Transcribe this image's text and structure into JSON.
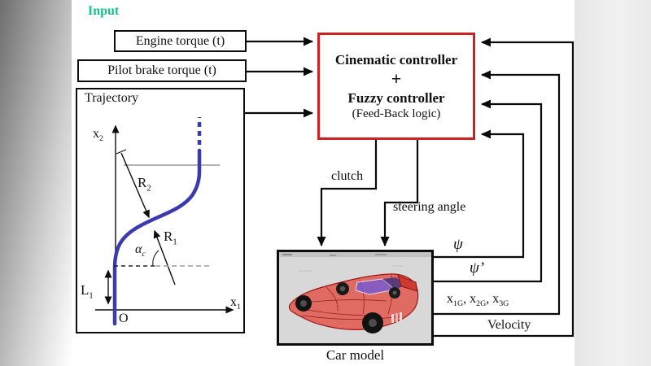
{
  "slide": {
    "heading": "Input"
  },
  "input_boxes": [
    {
      "label": "Engine torque (t)"
    },
    {
      "label": "Pilot brake torque (t)"
    }
  ],
  "trajectory": {
    "title": "Trajectory",
    "y_axis": {
      "base": "x",
      "sub": "2"
    },
    "x_axis": {
      "base": "x",
      "sub": "1"
    },
    "origin": "O",
    "radius2": {
      "base": "R",
      "sub": "2"
    },
    "radius1": {
      "base": "R",
      "sub": "1"
    },
    "angle": {
      "base": "α",
      "sub": "c"
    },
    "length1": {
      "base": "L",
      "sub": "1"
    }
  },
  "controller": {
    "title1": "Cinematic controller",
    "plus": "+",
    "title2": "Fuzzy controller",
    "subtitle": "(Feed-Back logic)"
  },
  "control_signals": {
    "clutch": "clutch",
    "steering": "steering angle"
  },
  "car": {
    "caption": "Car model"
  },
  "feedback": {
    "psi": "ψ",
    "psi_prime": "ψ’",
    "states": {
      "p1": "x",
      "s1": "1G",
      "p2": ", x",
      "s2": "2G",
      "p3": ", x",
      "s3": "3G"
    },
    "velocity": "Velocity"
  },
  "colors": {
    "heading_teal": "#16c08d",
    "controller_border_red": "#cf2121",
    "trajectory_curve_blue": "#3b3bb0",
    "car_background_gray": "#d8d8d8"
  }
}
